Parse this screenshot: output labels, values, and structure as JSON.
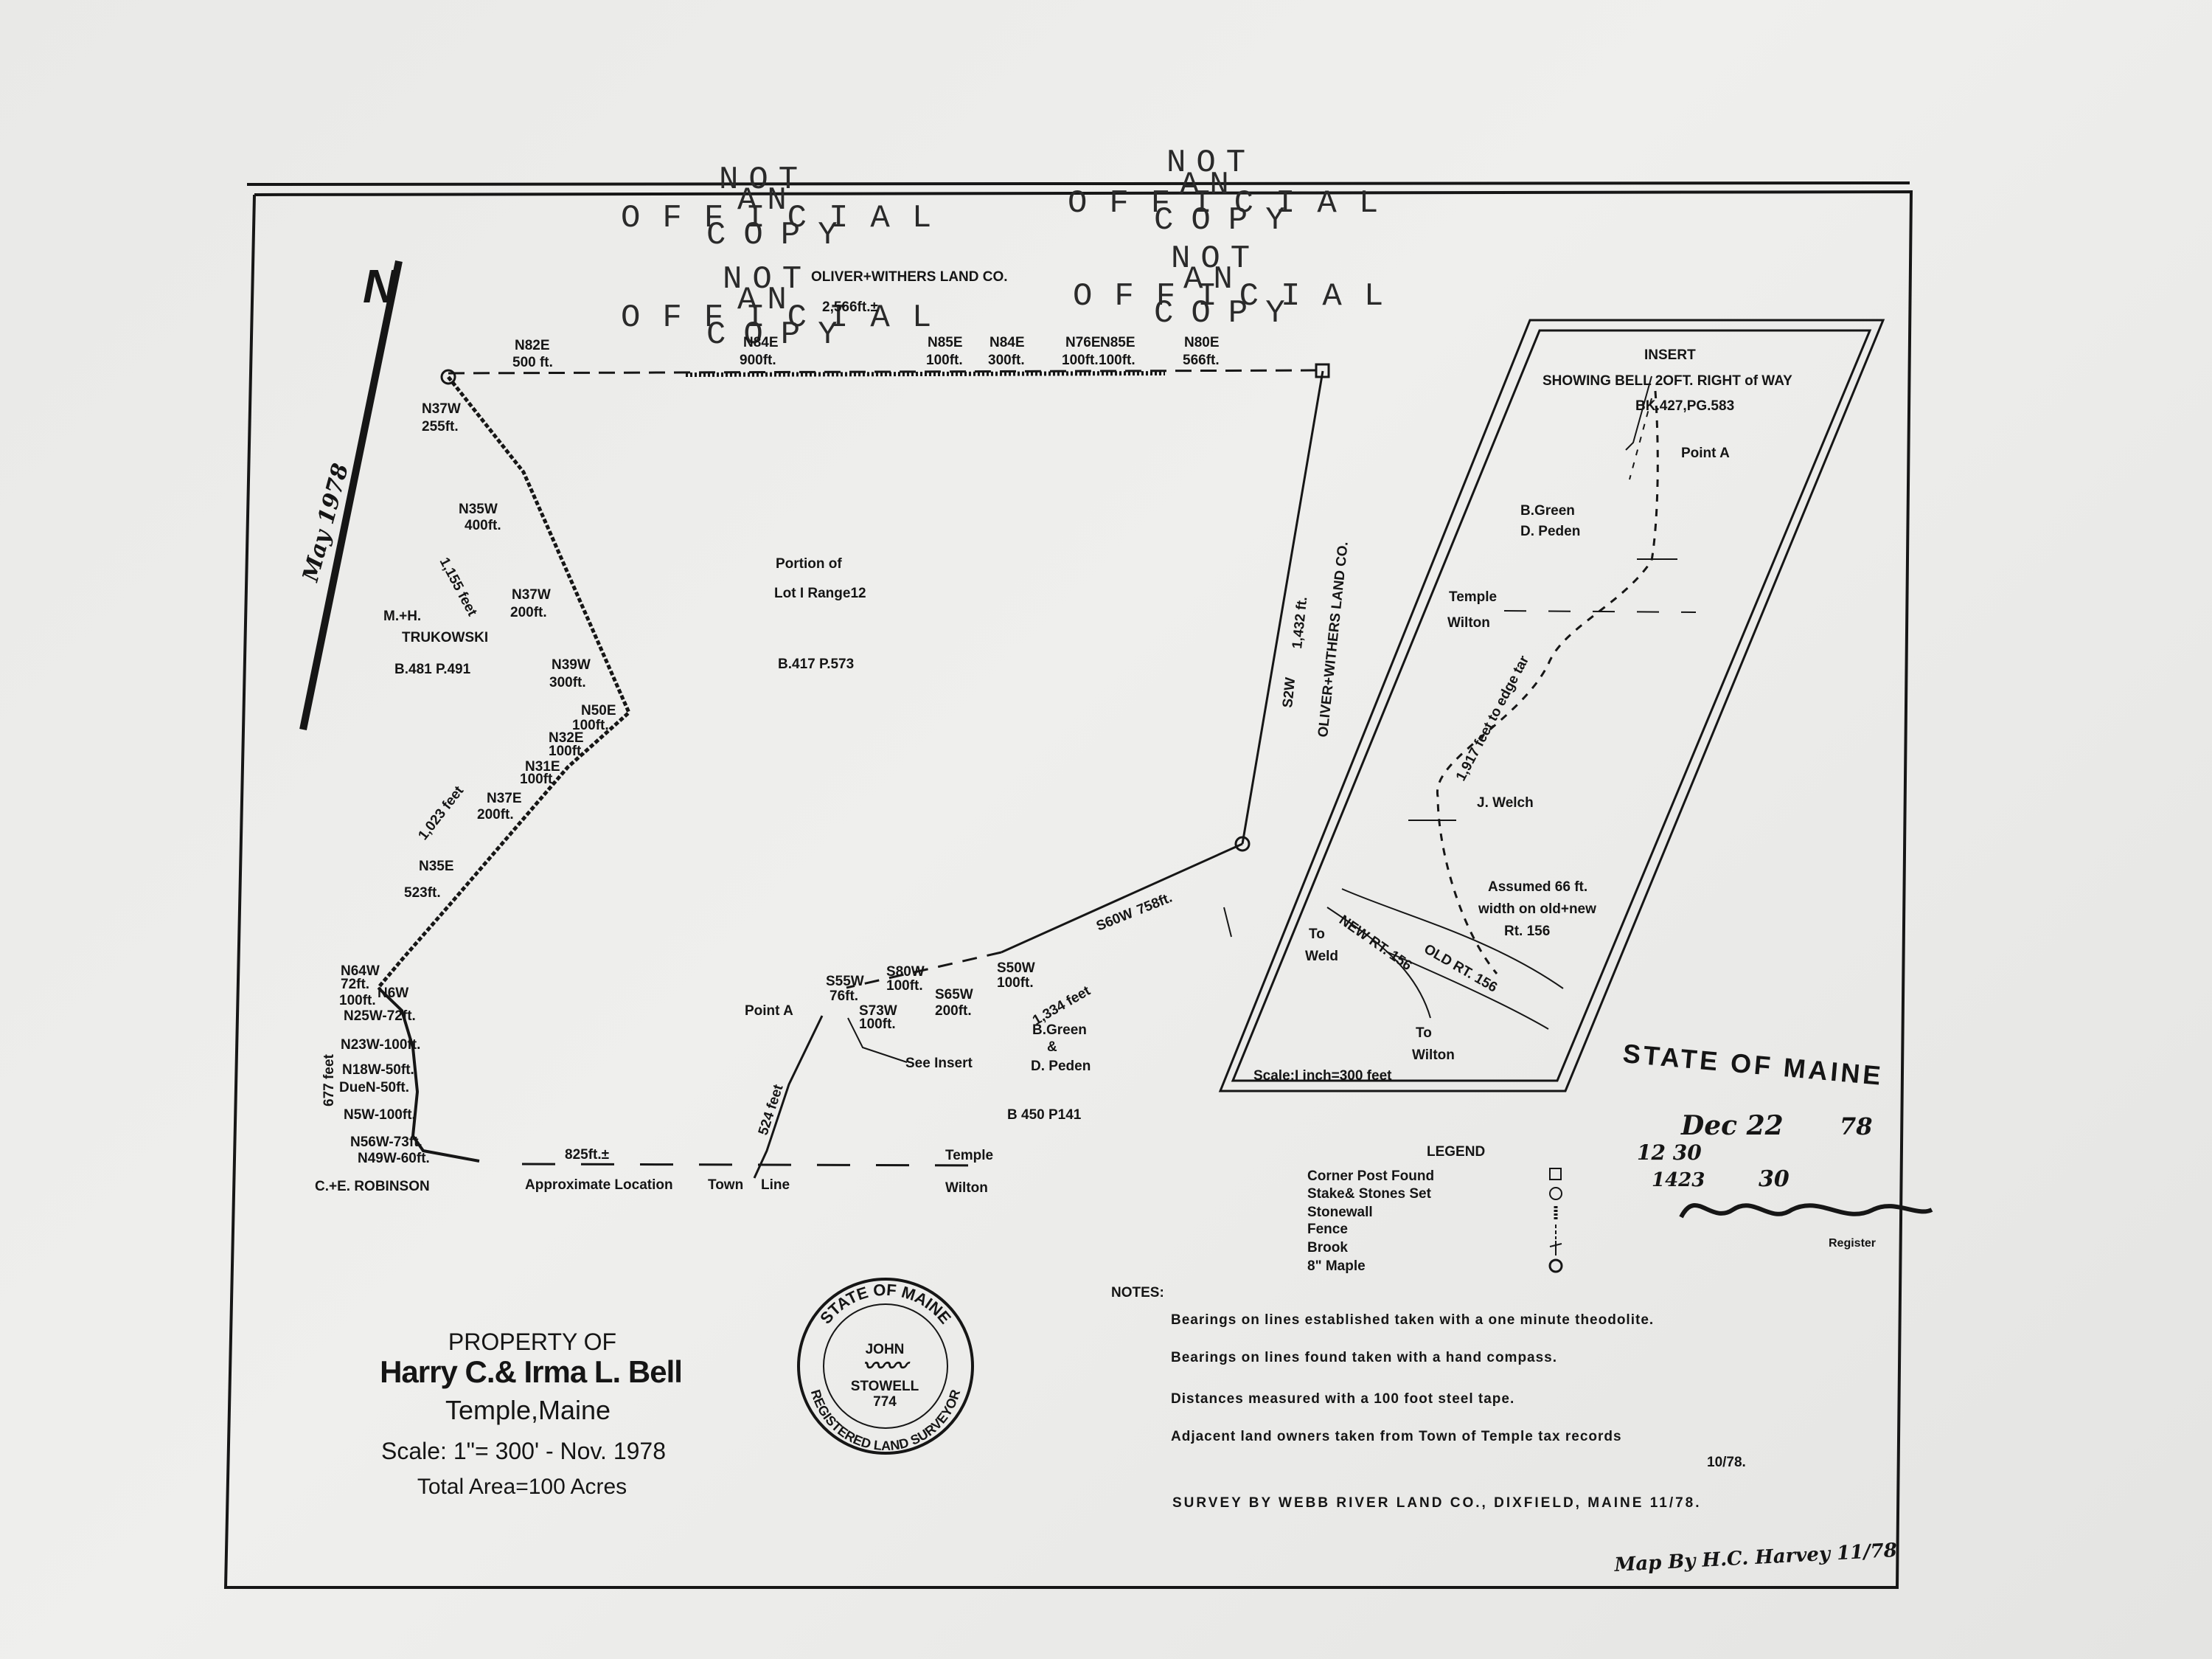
{
  "watermark": {
    "word1": "NOT",
    "word2": "AN",
    "word3": "OFFICIAL",
    "word4": "COPY"
  },
  "north_arrow": {
    "letter": "N",
    "annotation": "May 1978"
  },
  "top_boundary": {
    "owner": "OLIVER+WITHERS LAND CO.",
    "total": "2,566ft.±",
    "segments": [
      {
        "bearing": "N82E",
        "dist": "500 ft."
      },
      {
        "bearing": "N84E",
        "dist": "900ft."
      },
      {
        "bearing": "N85E",
        "dist": "100ft."
      },
      {
        "bearing": "N84E",
        "dist": "300ft."
      },
      {
        "bearing": "N76E",
        "dist": "100ft."
      },
      {
        "bearing": "N85E",
        "dist": "100ft."
      },
      {
        "bearing": "N80E",
        "dist": "566ft."
      }
    ]
  },
  "east_boundary": {
    "bearing": "S2W",
    "dist": "1,432 ft.",
    "owner": "OLIVER+WITHERS LAND CO."
  },
  "parcel": {
    "line1": "Portion of",
    "line2": "Lot I Range12",
    "ref": "B.417 P.573"
  },
  "west_owner": {
    "line1": "M.+H.",
    "line2": "TRUKOWSKI",
    "ref": "B.481 P.491"
  },
  "west_segments": [
    {
      "bearing": "N37W",
      "dist": "255ft."
    },
    {
      "bearing": "N35W",
      "dist": "400ft."
    },
    {
      "bearing": "N37W",
      "dist": "200ft."
    },
    {
      "bearing": "N39W",
      "dist": "300ft."
    },
    {
      "bearing": "N50E",
      "dist": "100ft."
    },
    {
      "bearing": "N32E",
      "dist": "100ft."
    },
    {
      "bearing": "N31E",
      "dist": "100ft."
    },
    {
      "bearing": "N37E",
      "dist": "200ft."
    },
    {
      "bearing": "N35E",
      "dist": "523ft."
    },
    {
      "bearing": "N64W",
      "dist": "72ft."
    },
    {
      "bearing": "N6W",
      "dist": "100ft."
    }
  ],
  "west_totals": {
    "upper": "1,155 feet",
    "middle": "1,023 feet",
    "lower": "677 feet"
  },
  "southwest_segments": [
    "N25W-72ft.",
    "N23W-100ft.",
    "N18W-50ft.",
    "DueN-50ft.",
    "N5W-100ft.",
    "N56W-73ft.",
    "N49W-60ft."
  ],
  "southwest_owner": "C.+E. ROBINSON",
  "town_line": {
    "dist": "825ft.±",
    "label1": "Approximate Location",
    "label2": "Town",
    "label3": "Line",
    "north": "Temple",
    "south": "Wilton"
  },
  "south_segments": [
    {
      "bearing": "S55W",
      "dist": "76ft."
    },
    {
      "bearing": "S73W",
      "dist": "100ft."
    },
    {
      "bearing": "S80W",
      "dist": "100ft."
    },
    {
      "bearing": "S65W",
      "dist": "200ft."
    },
    {
      "bearing": "S50W",
      "dist": "100ft."
    },
    {
      "bearing": "S60W",
      "dist": "758ft."
    }
  ],
  "south_total": "1,334 feet",
  "row_length": "524 feet",
  "point_a": "Point A",
  "see_insert": "See Insert",
  "south_owner": {
    "line1": "B.Green",
    "line2": "&",
    "line3": "D. Peden",
    "ref": "B 450 P141"
  },
  "insert": {
    "title": "INSERT",
    "subtitle": "SHOWING BELL 2OFT. RIGHT of WAY",
    "ref": "BK.427,PG.583",
    "point_a": "Point A",
    "owner1": "B.Green",
    "owner2": "D. Peden",
    "temple": "Temple",
    "wilton": "Wilton",
    "length": "1,917 feet to edge tar",
    "owner3": "J. Welch",
    "note1": "Assumed 66 ft.",
    "note2": "width on old+new",
    "note3": "Rt. 156",
    "to_weld1": "To",
    "to_weld2": "Weld",
    "to_wilton1": "To",
    "to_wilton2": "Wilton",
    "new_rt": "NEW RT. 156",
    "old_rt": "OLD RT. 156",
    "scale": "Scale:I inch=300 feet"
  },
  "legend": {
    "title": "LEGEND",
    "items": [
      "Corner Post Found",
      "Stake& Stones Set",
      "Stonewall",
      "Fence",
      "Brook",
      "8\" Maple"
    ]
  },
  "notes": {
    "heading": "NOTES:",
    "lines": [
      "Bearings on lines established taken with a one minute theodolite.",
      "Bearings on lines found taken with a hand compass.",
      "Distances measured with a 100 foot steel tape.",
      "Adjacent land owners taken from Town of Temple tax records"
    ],
    "date": "10/78.",
    "survey": "SURVEY BY WEBB RIVER LAND CO., DIXFIELD, MAINE  11/78."
  },
  "title_block": {
    "line1": "PROPERTY OF",
    "line2": "Harry C.& Irma L. Bell",
    "line3": "Temple,Maine",
    "line4": "Scale: 1\"= 300' - Nov. 1978",
    "line5": "Total Area=100 Acres"
  },
  "surveyor_seal": {
    "ring_top": "STATE OF MAINE",
    "ring_bottom": "REGISTERED LAND SURVEYOR",
    "name1": "JOHN",
    "name2": "STOWELL",
    "number": "774"
  },
  "registry_stamp": {
    "header": "STATE OF MAINE",
    "date": "Dec 22",
    "year": "78",
    "time": "12 30",
    "book": "1423",
    "page": "30",
    "register": "Register"
  },
  "map_by": "Map By H.C. Harvey 11/78"
}
